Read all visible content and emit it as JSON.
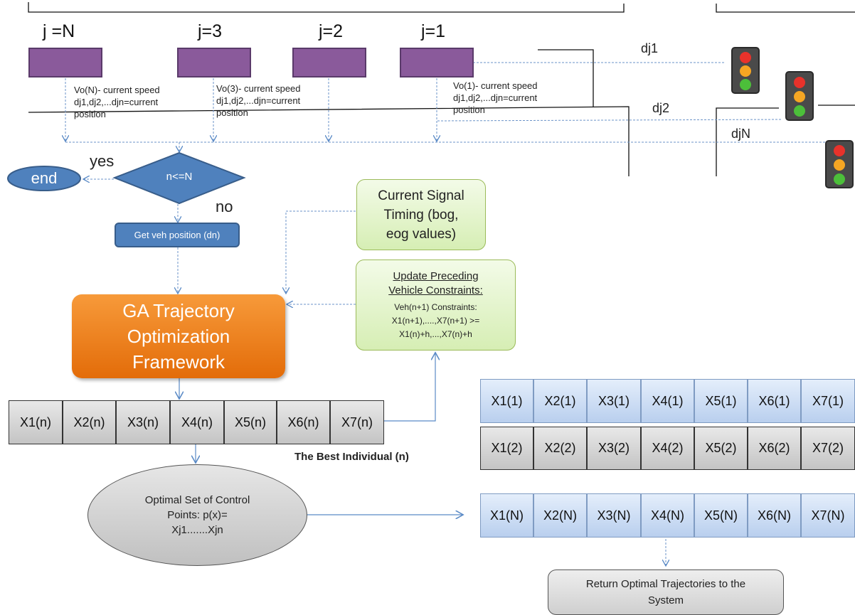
{
  "vehicles": [
    {
      "j_label": "j =N",
      "note": "Vo(N)- current speed\ndj1,dj2,...djn=current\nposition"
    },
    {
      "j_label": "j=3",
      "note": "Vo(3)- current speed\ndj1,dj2,...djn=current\nposition"
    },
    {
      "j_label": "j=2",
      "note": ""
    },
    {
      "j_label": "j=1",
      "note": "Vo(1)- current speed\ndj1,dj2,...djn=current\nposition"
    }
  ],
  "distances": {
    "d1": "dj1",
    "d2": "dj2",
    "dN": "djN"
  },
  "traffic_light_colors": {
    "housing": "#4a4a4a",
    "red": "#e8322b",
    "amber": "#f5a623",
    "green": "#4cbf3a"
  },
  "decision": {
    "text": "n<=N",
    "yes": "yes",
    "no": "no"
  },
  "end": {
    "text": "end"
  },
  "get_position": {
    "text": "Get veh position (dn)"
  },
  "ga_framework": {
    "text": "GA Trajectory\nOptimization\nFramework"
  },
  "signal_timing": {
    "text": "Current Signal\nTiming (bog,\neog values)"
  },
  "update_constraints": {
    "title_line1": "Update Preceding",
    "title_line2": "Vehicle Constraints:",
    "body": "Veh(n+1)  Constraints:\nX1(n+1),....,X7(n+1) >=\nX1(n)+h,...,X7(n)+h"
  },
  "best_individual": {
    "cells": [
      "X1(n)",
      "X2(n)",
      "X3(n)",
      "X4(n)",
      "X5(n)",
      "X6(n)",
      "X7(n)"
    ],
    "caption": "The Best Individual (n)"
  },
  "trajectory_rows": [
    [
      "X1(1)",
      "X2(1)",
      "X3(1)",
      "X4(1)",
      "X5(1)",
      "X6(1)",
      "X7(1)"
    ],
    [
      "X1(2)",
      "X2(2)",
      "X3(2)",
      "X4(2)",
      "X5(2)",
      "X6(2)",
      "X7(2)"
    ],
    [
      "X1(N)",
      "X2(N)",
      "X3(N)",
      "X4(N)",
      "X5(N)",
      "X6(N)",
      "X7(N)"
    ]
  ],
  "optimal_set": {
    "text": "Optimal Set of Control\nPoints: p(x)=\nXj1.......Xjn"
  },
  "return_box": {
    "text": "Return Optimal Trajectories to the\nSystem"
  },
  "colors": {
    "vehicle": "#8a5a9b",
    "decision": "#4f81bd",
    "framework": "#e36c09",
    "constraint_green": "#d6eeb4",
    "cell_blue": "#b9cfee",
    "cell_gray": "#c4c4c4"
  }
}
